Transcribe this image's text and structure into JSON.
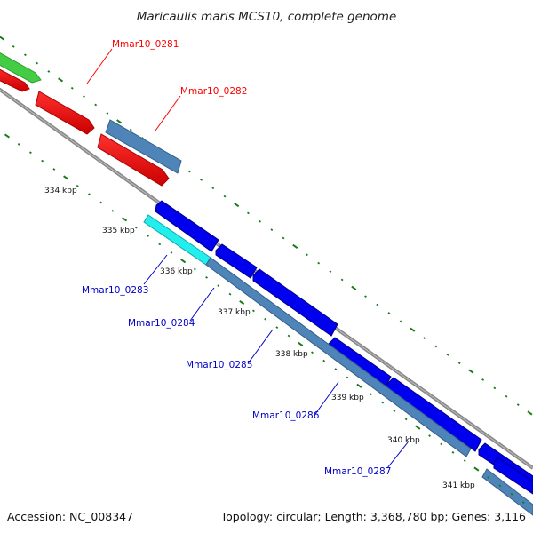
{
  "map": {
    "title": "Maricaulis maris MCS10, complete genome",
    "accession": "Accession: NC_008347",
    "topology": "Topology: circular; Length: 3,368,780 bp; Genes: 3,116"
  },
  "kbp_ticks": [
    "334 kbp",
    "335 kbp",
    "336 kbp",
    "337 kbp",
    "338 kbp",
    "339 kbp",
    "340 kbp",
    "341 kbp"
  ],
  "genes": {
    "forward": [
      {
        "locus": "Mmar10_0281",
        "color": "#ff0000"
      },
      {
        "locus": "Mmar10_0282",
        "color": "#ff0000"
      }
    ],
    "reverse": [
      {
        "locus": "Mmar10_0283",
        "color": "#0000c8"
      },
      {
        "locus": "Mmar10_0284",
        "color": "#0000c8"
      },
      {
        "locus": "Mmar10_0285",
        "color": "#0000c8"
      },
      {
        "locus": "Mmar10_0286",
        "color": "#0000c8"
      },
      {
        "locus": "Mmar10_0287",
        "color": "#0000c8"
      }
    ]
  },
  "colors": {
    "backbone": "#888888",
    "tick_marks": "#1a7a1a",
    "cds_forward": "#ff0000",
    "cds_reverse": "#0000ee",
    "feature_green": "#44cc44",
    "feature_steelblue": "#4f84b8",
    "feature_cyan": "#22eeee"
  }
}
